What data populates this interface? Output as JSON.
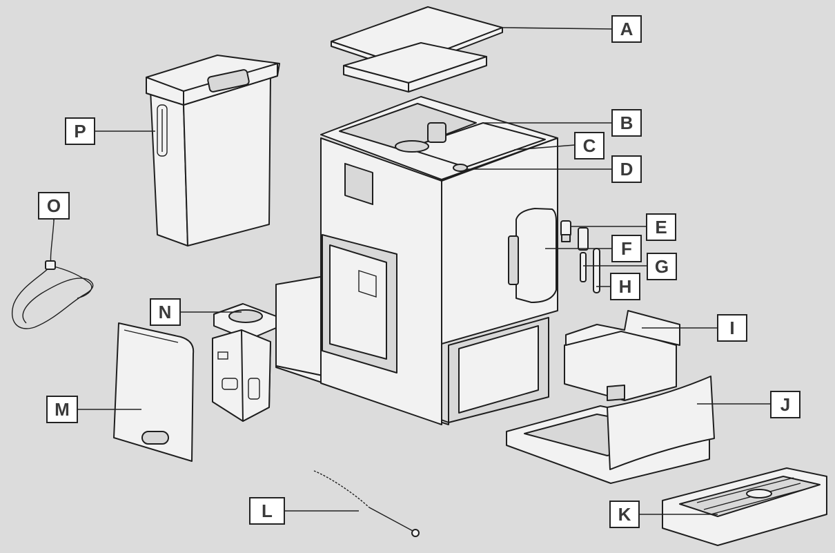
{
  "diagram": {
    "labels": {
      "A": "A",
      "B": "B",
      "C": "C",
      "D": "D",
      "E": "E",
      "F": "F",
      "G": "G",
      "H": "H",
      "I": "I",
      "J": "J",
      "K": "K",
      "L": "L",
      "M": "M",
      "N": "N",
      "O": "O",
      "P": "P"
    }
  }
}
